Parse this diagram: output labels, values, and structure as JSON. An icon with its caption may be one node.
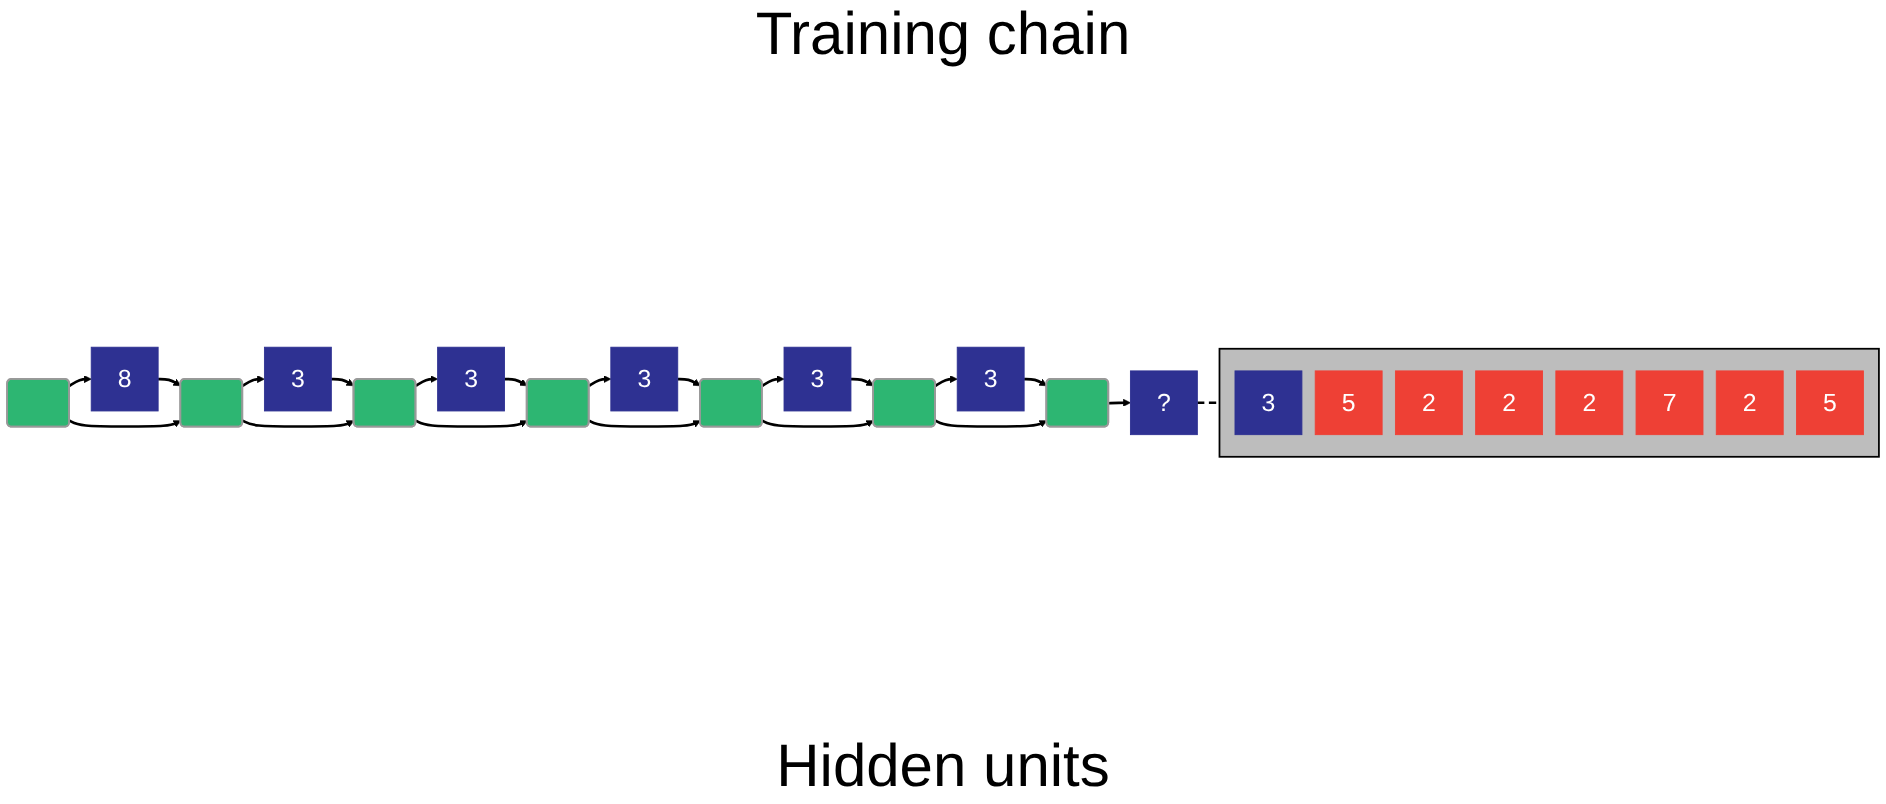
{
  "diagram": {
    "nodes": [
      {
        "text": [
          "8"
        ]
      },
      {
        "text": [
          "3"
        ]
      },
      {
        "text": [
          "3"
        ]
      },
      {
        "text": [
          "3"
        ]
      },
      {
        "text": [
          "3"
        ]
      },
      {
        "text": [
          "3"
        ]
      },
      {
        "text": [
          "?"
        ]
      },
      {
        "text": [],
        "shape": "box"
      },
      {
        "text": [],
        "shape": "box"
      },
      {
        "text": [],
        "shape": "box"
      },
      {
        "text": [],
        "shape": "box"
      },
      {
        "text": [],
        "shape": "box"
      },
      {
        "text": [],
        "shape": "box"
      },
      {
        "text": [],
        "shape": "box"
      },
      {
        "text": [],
        "shape": "box"
      },
      {
        "text": [
          "3"
        ],
        "in": 14
      },
      {
        "text": [
          "5"
        ],
        "in": 14
      },
      {
        "text": [
          "2"
        ],
        "in": 14
      },
      {
        "text": [
          "2"
        ],
        "in": 14
      },
      {
        "text": [
          "2"
        ],
        "in": 14
      },
      {
        "text": [
          "7"
        ],
        "in": 14
      },
      {
        "text": [
          "2"
        ],
        "in": 14
      },
      {
        "text": [
          "5"
        ],
        "in": 14
      }
    ],
    "edges": [
      {
        "from": 7,
        "to": 0,
        "arrow": "to"
      },
      {
        "from": 0,
        "to": 8,
        "arrow": "to"
      },
      {
        "from": 7,
        "to": 8,
        "arrow": "to"
      },
      {
        "from": 8,
        "to": 1,
        "arrow": "to"
      },
      {
        "from": 1,
        "to": 9,
        "arrow": "to"
      },
      {
        "from": 8,
        "to": 9,
        "arrow": "to"
      },
      {
        "from": 9,
        "to": 2,
        "arrow": "to"
      },
      {
        "from": 2,
        "to": 10,
        "arrow": "to"
      },
      {
        "from": 9,
        "to": 10,
        "arrow": "to"
      },
      {
        "from": 10,
        "to": 3,
        "arrow": "to"
      },
      {
        "from": 3,
        "to": 11,
        "arrow": "to"
      },
      {
        "from": 10,
        "to": 11,
        "arrow": "to"
      },
      {
        "from": 11,
        "to": 4,
        "arrow": "to"
      },
      {
        "from": 4,
        "to": 12,
        "arrow": "to"
      },
      {
        "from": 11,
        "to": 12,
        "arrow": "to"
      },
      {
        "from": 12,
        "to": 5,
        "arrow": "to"
      },
      {
        "from": 5,
        "to": 13,
        "arrow": "to"
      },
      {
        "from": 12,
        "to": 13,
        "arrow": "to"
      },
      {
        "from": 13,
        "to": 6,
        "arrow": "to"
      },
      {
        "from": 6,
        "to": 14,
        "arrow": "none",
        "style": "dashed"
      }
    ],
    "labels": [
      "Training chain",
      "Hidden units"
    ]
  }
}
